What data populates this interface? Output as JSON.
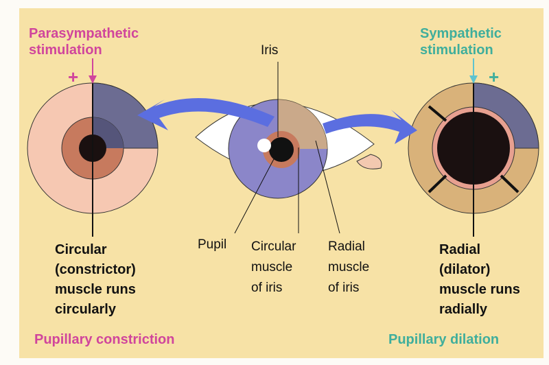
{
  "left": {
    "title": "Parasympathetic stimulation",
    "title_l1": "Parasympathetic",
    "title_l2": "stimulation",
    "sign": "+",
    "desc": [
      "Circular",
      "(constrictor)",
      "muscle runs",
      "circularly"
    ],
    "footer": "Pupillary constriction"
  },
  "right": {
    "title_l1": "Sympathetic",
    "title_l2": "stimulation",
    "sign": "+",
    "desc": [
      "Radial",
      "(dilator)",
      "muscle runs",
      "radially"
    ],
    "footer": "Pupillary dilation"
  },
  "eye": {
    "iris": "Iris",
    "pupil": "Pupil",
    "circular": [
      "Circular",
      "muscle",
      "of iris"
    ],
    "radial": [
      "Radial",
      "muscle",
      "of iris"
    ]
  },
  "colors": {
    "background": "#f7e2a6",
    "pink": "#d0459c",
    "teal": "#3fae9c",
    "arrow": "#5b6ee0",
    "iris": "#8b86c9"
  }
}
